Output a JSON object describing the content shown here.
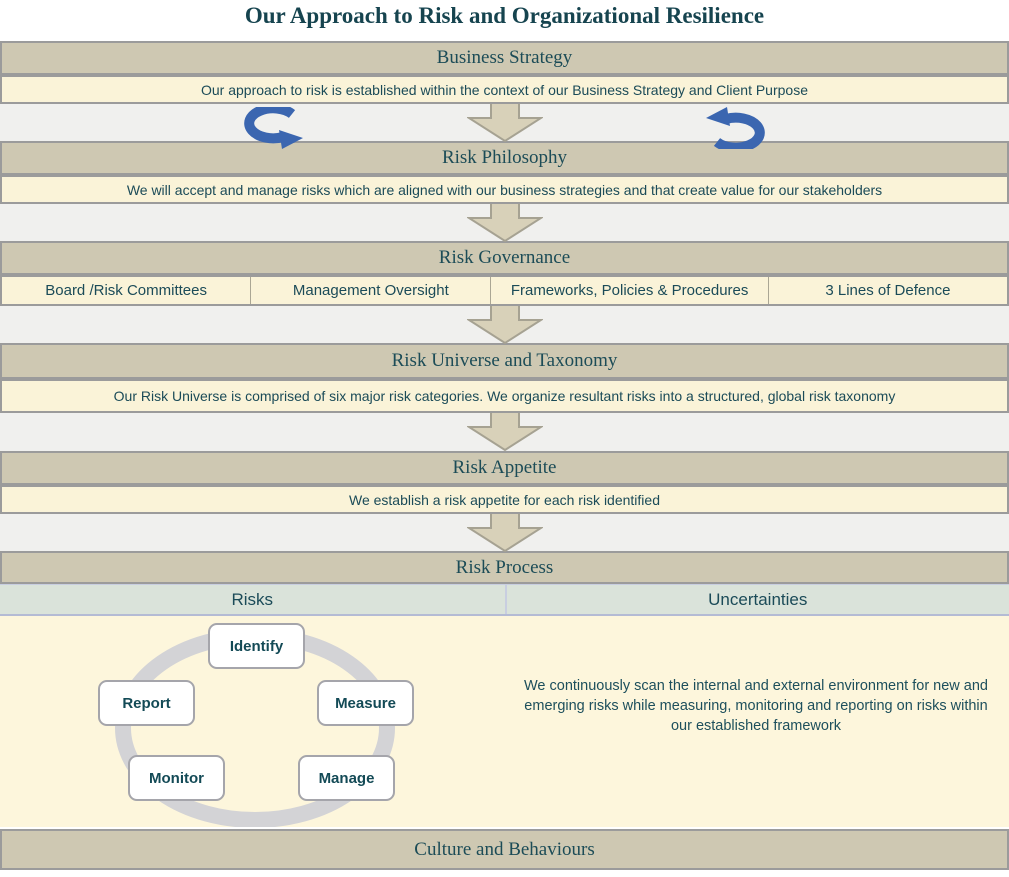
{
  "page_title": "Our Approach to Risk and Organizational Resilience",
  "colors": {
    "header_tan": "#cec8b2",
    "sub_cream": "#faf3d8",
    "content_cream": "#fdf6dc",
    "gap_gray": "#f0f0ee",
    "border_gray": "#9b9b9b",
    "teal_text": "#1b4b58",
    "green_band": "#dae3da",
    "ring_gray": "#d3d3d6",
    "arrow_tan": "#d8d1b9",
    "cycle_arrow_blue": "#3b66b0"
  },
  "icons": {
    "down_arrow": "block-down-arrow-icon",
    "cycle_arrow_left": "curved-cycle-arrow-icon",
    "cycle_arrow_right": "curved-cycle-arrow-icon"
  },
  "sections": {
    "business_strategy": {
      "title": "Business Strategy",
      "description": "Our approach to risk is established within the context of our Business Strategy and Client Purpose"
    },
    "risk_philosophy": {
      "title": "Risk Philosophy",
      "description": "We will accept and manage risks which are aligned with our business strategies and that create value for our stakeholders"
    },
    "risk_governance": {
      "title": "Risk Governance",
      "columns": [
        "Board /Risk Committees",
        "Management Oversight",
        "Frameworks, Policies & Procedures",
        "3 Lines of Defence"
      ]
    },
    "risk_universe": {
      "title": "Risk Universe and Taxonomy",
      "description": "Our Risk Universe is comprised of six major risk categories. We organize resultant risks into a structured, global risk taxonomy"
    },
    "risk_appetite": {
      "title": "Risk Appetite",
      "description": "We establish a risk appetite for each risk identified"
    },
    "risk_process": {
      "title": "Risk Process",
      "risks_label": "Risks",
      "uncertainties_label": "Uncertainties",
      "cycle_steps": [
        "Identify",
        "Measure",
        "Report",
        "Monitor",
        "Manage"
      ],
      "uncertainties_text": "We continuously scan the internal and external environment for new and emerging risks while measuring, monitoring and reporting on risks within our established framework"
    },
    "culture": {
      "title": "Culture and Behaviours"
    }
  }
}
